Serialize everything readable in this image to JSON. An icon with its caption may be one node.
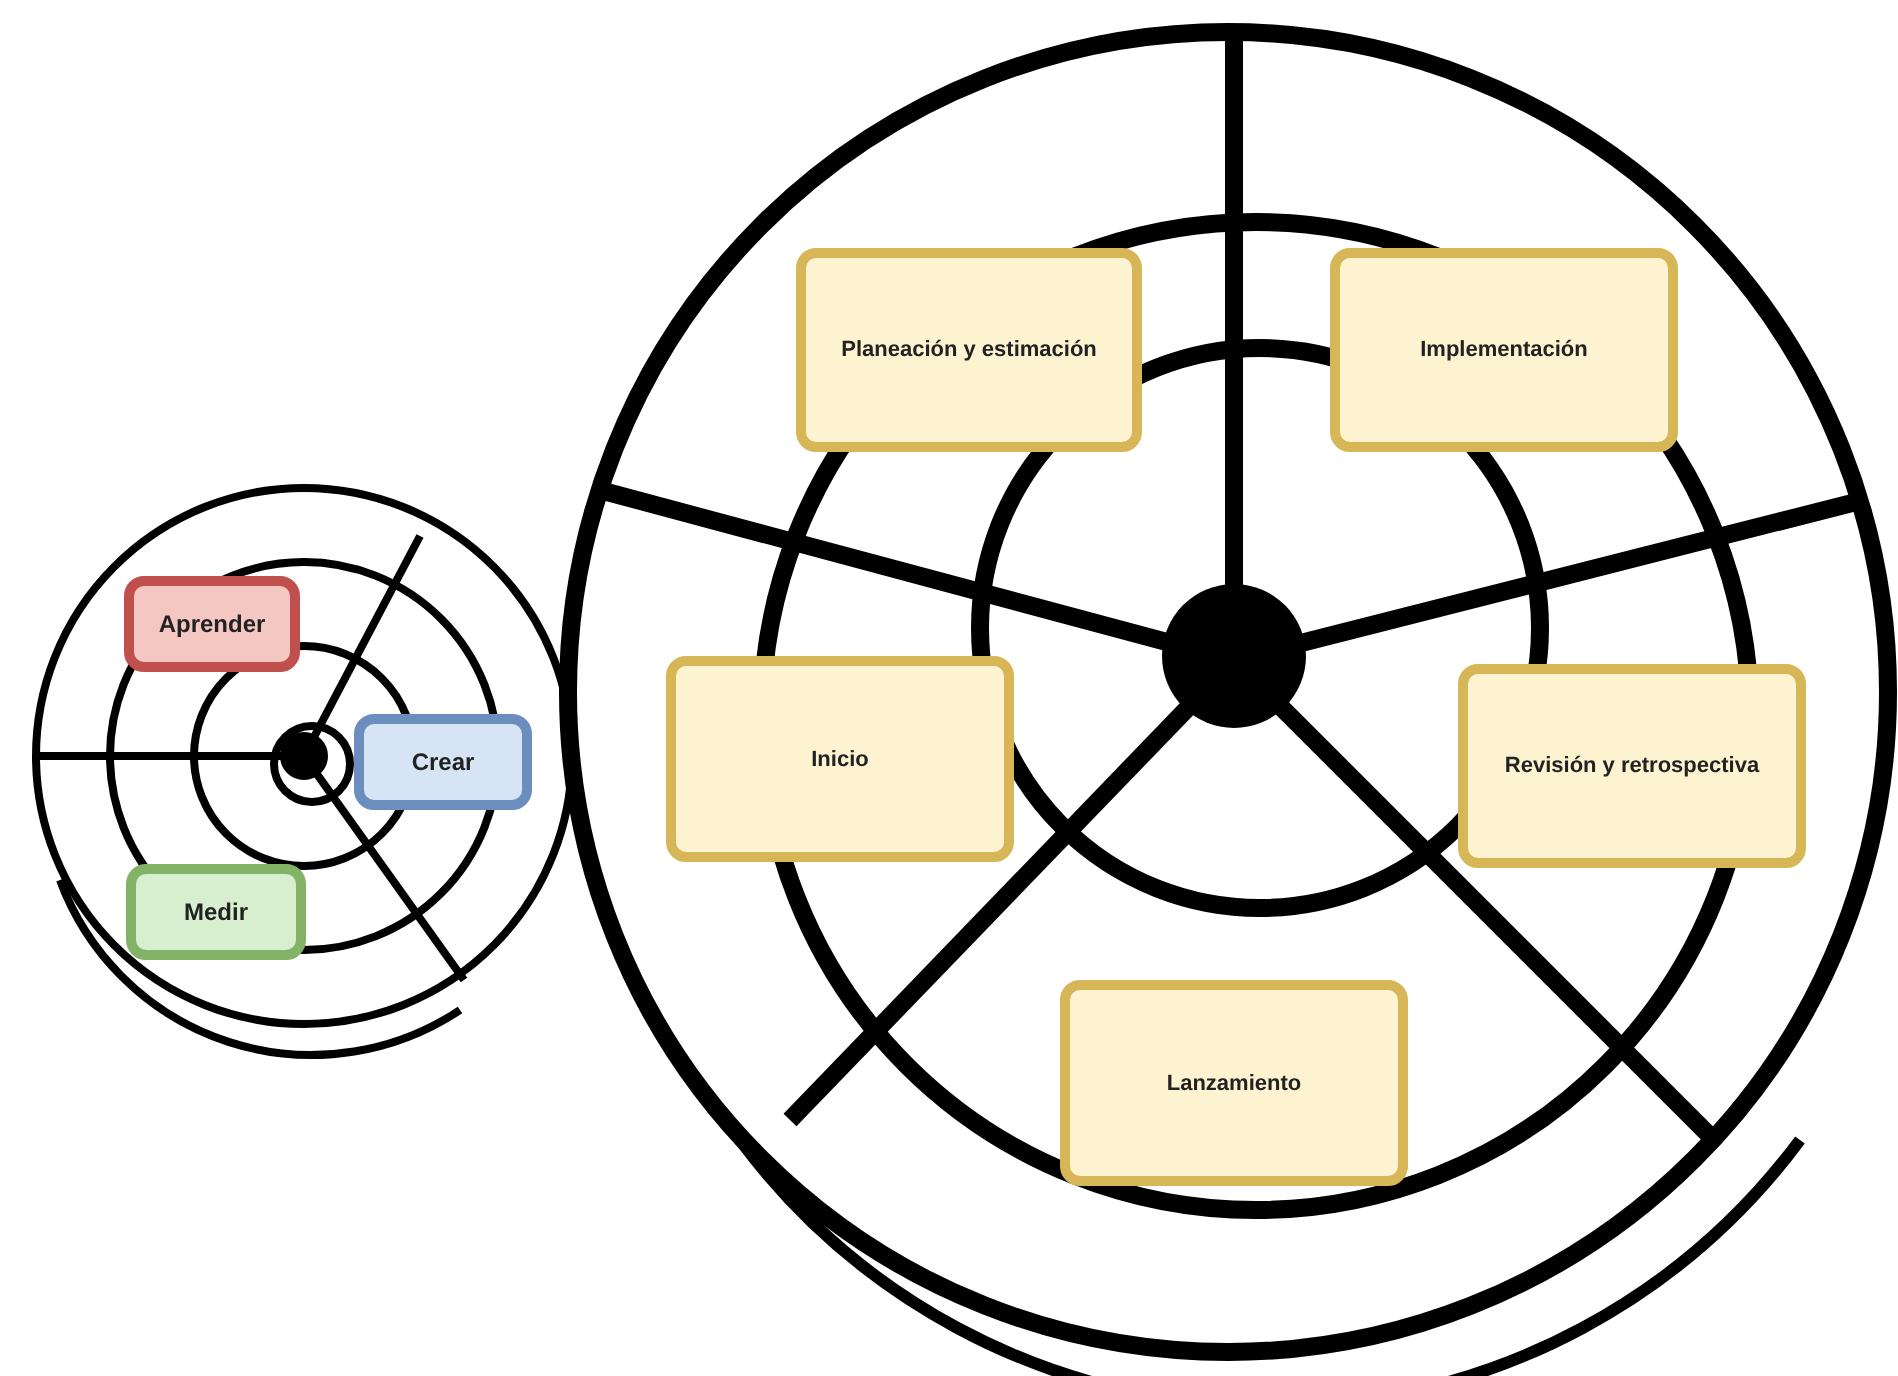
{
  "diagram": {
    "nodes": [
      {
        "text": [
          "Aprender"
        ]
      },
      {
        "text": [
          "Crear"
        ]
      },
      {
        "text": [
          "Medir"
        ]
      },
      {
        "text": [
          "Planeación y estimación"
        ]
      },
      {
        "text": [
          "Implementación"
        ]
      },
      {
        "text": [
          "Inicio"
        ]
      },
      {
        "text": [
          "Revisión y retrospectiva"
        ]
      },
      {
        "text": [
          "Lanzamiento"
        ]
      }
    ]
  }
}
